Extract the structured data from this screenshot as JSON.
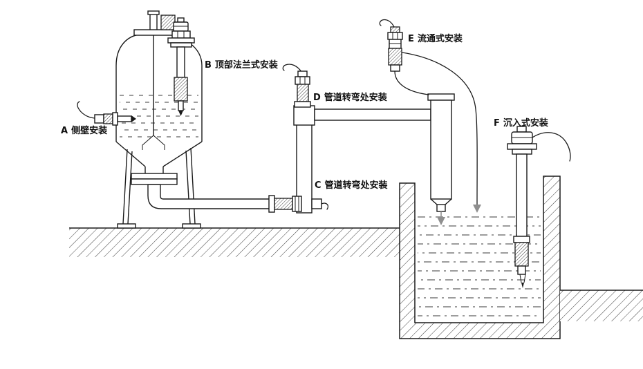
{
  "colors": {
    "line": "#1a1a1a",
    "background": "#ffffff",
    "flow_arrow": "#8f8f8f"
  },
  "installations": [
    {
      "letter": "A",
      "name": "侧壁安装"
    },
    {
      "letter": "B",
      "name": "顶部法兰式安装"
    },
    {
      "letter": "C",
      "name": "管道转弯处安装"
    },
    {
      "letter": "D",
      "name": "管道转弯处安装"
    },
    {
      "letter": "E",
      "name": "流通式安装"
    },
    {
      "letter": "F",
      "name": "沉入式安装"
    }
  ]
}
